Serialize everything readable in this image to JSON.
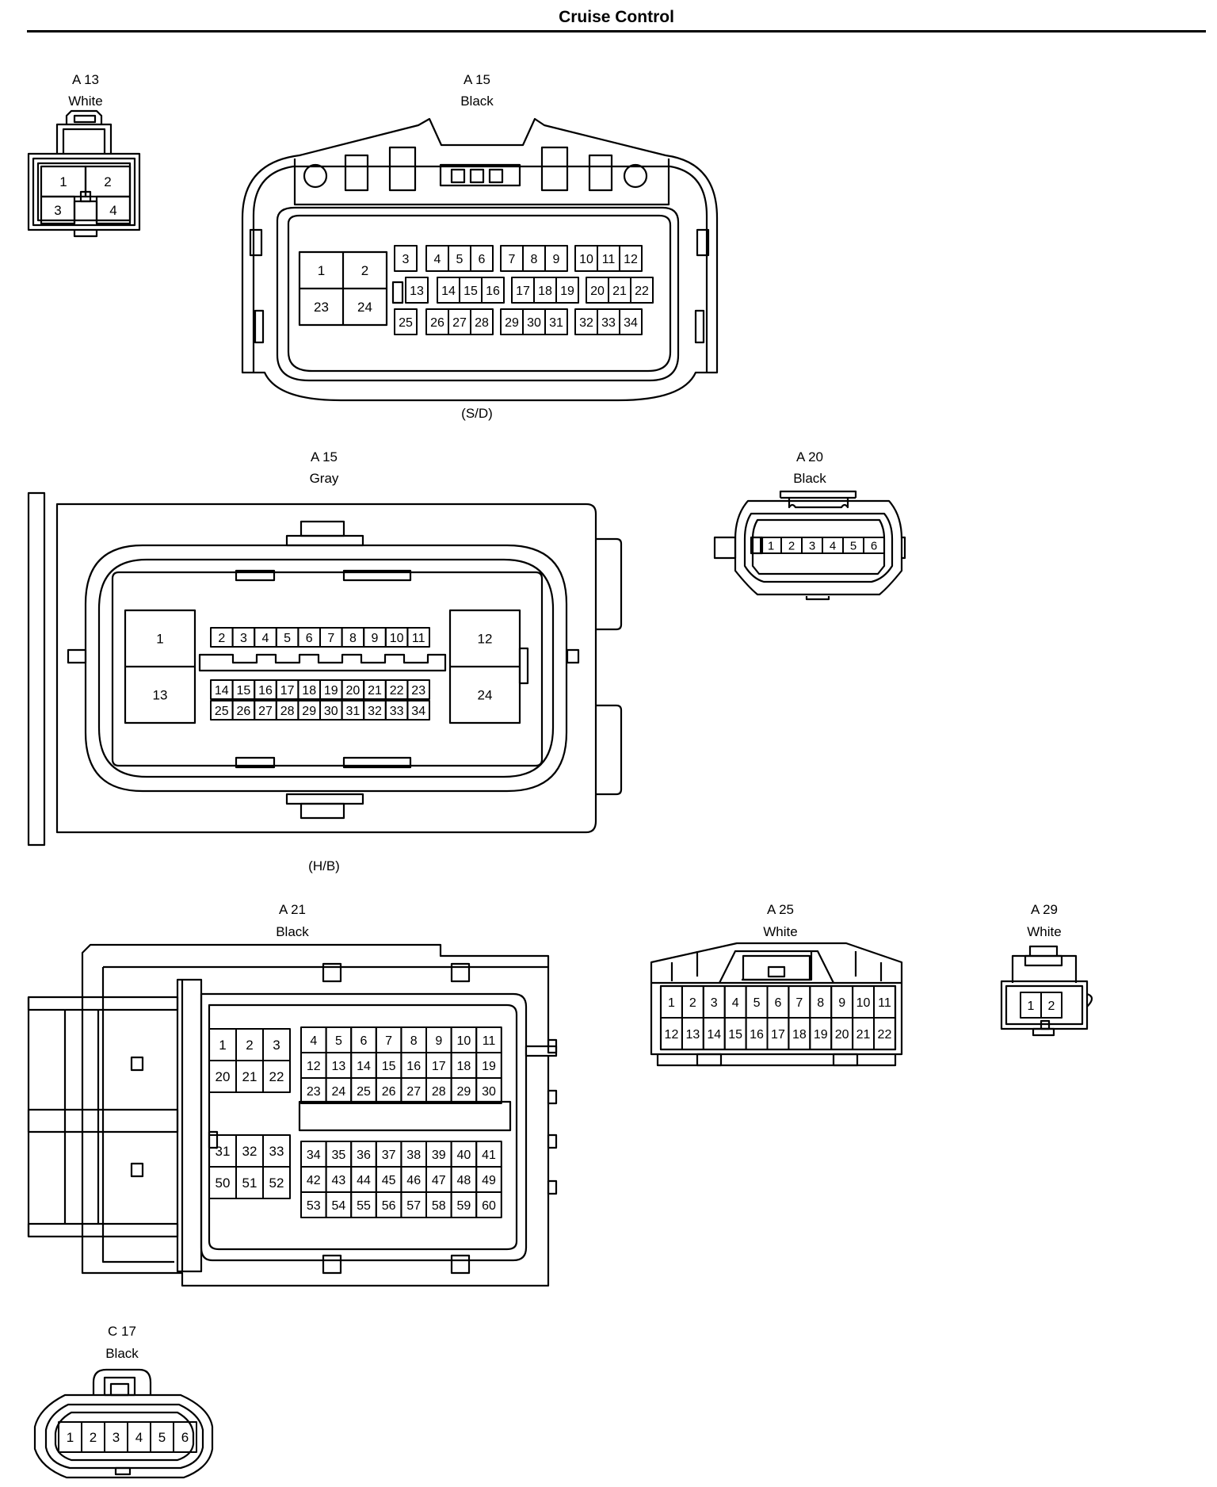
{
  "title": "Cruise Control",
  "colors": {
    "line": "#000000",
    "background": "#ffffff"
  },
  "connectors": [
    {
      "id": "a13",
      "code": "A 13",
      "color": "White",
      "pins": [
        "1",
        "2",
        "3",
        "4"
      ]
    },
    {
      "id": "a15sd",
      "code": "A 15",
      "color": "Black",
      "note": "(S/D)",
      "pins": [
        "1",
        "2",
        "23",
        "24",
        "3",
        "4",
        "5",
        "6",
        "7",
        "8",
        "9",
        "10",
        "11",
        "12",
        "13",
        "14",
        "15",
        "16",
        "17",
        "18",
        "19",
        "20",
        "21",
        "22",
        "25",
        "26",
        "27",
        "28",
        "29",
        "30",
        "31",
        "32",
        "33",
        "34"
      ]
    },
    {
      "id": "a15hb",
      "code": "A 15",
      "color": "Gray",
      "note": "(H/B)",
      "pins": [
        "1",
        "13",
        "12",
        "24",
        "2",
        "3",
        "4",
        "5",
        "6",
        "7",
        "8",
        "9",
        "10",
        "11",
        "14",
        "15",
        "16",
        "17",
        "18",
        "19",
        "20",
        "21",
        "22",
        "23",
        "25",
        "26",
        "27",
        "28",
        "29",
        "30",
        "31",
        "32",
        "33",
        "34"
      ]
    },
    {
      "id": "a20",
      "code": "A 20",
      "color": "Black",
      "pins": [
        "1",
        "2",
        "3",
        "4",
        "5",
        "6"
      ]
    },
    {
      "id": "a21",
      "code": "A 21",
      "color": "Black",
      "pins": [
        "1",
        "2",
        "3",
        "20",
        "21",
        "22",
        "31",
        "32",
        "33",
        "50",
        "51",
        "52",
        "4",
        "5",
        "6",
        "7",
        "8",
        "9",
        "10",
        "11",
        "12",
        "13",
        "14",
        "15",
        "16",
        "17",
        "18",
        "19",
        "23",
        "24",
        "25",
        "26",
        "27",
        "28",
        "29",
        "30",
        "34",
        "35",
        "36",
        "37",
        "38",
        "39",
        "40",
        "41",
        "42",
        "43",
        "44",
        "45",
        "46",
        "47",
        "48",
        "49",
        "53",
        "54",
        "55",
        "56",
        "57",
        "58",
        "59",
        "60"
      ]
    },
    {
      "id": "a25",
      "code": "A 25",
      "color": "White",
      "pins": [
        "1",
        "2",
        "3",
        "4",
        "5",
        "6",
        "7",
        "8",
        "9",
        "10",
        "11",
        "12",
        "13",
        "14",
        "15",
        "16",
        "17",
        "18",
        "19",
        "20",
        "21",
        "22"
      ]
    },
    {
      "id": "a29",
      "code": "A 29",
      "color": "White",
      "pins": [
        "1",
        "2"
      ]
    },
    {
      "id": "c17",
      "code": "C 17",
      "color": "Black",
      "pins": [
        "1",
        "2",
        "3",
        "4",
        "5",
        "6"
      ]
    }
  ]
}
